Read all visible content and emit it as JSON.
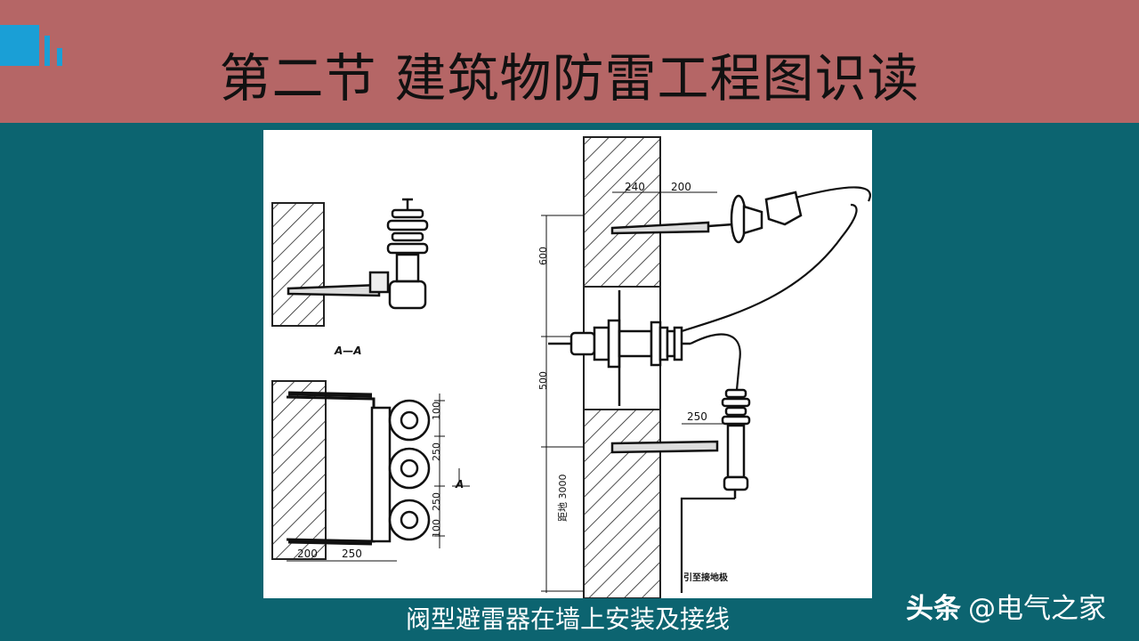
{
  "header": {
    "section": "第二节",
    "title": "建筑物防雷工程图识读"
  },
  "drawing": {
    "labels": {
      "section_aa": "A—A",
      "section_a": "A",
      "d240": "240",
      "d200_top": "200",
      "d600": "600",
      "d500": "500",
      "d250_right": "250",
      "d3000": "距地 3000",
      "d100_top": "100",
      "d250_a": "250",
      "d250_b": "250",
      "d100_bottom": "100",
      "d200_bottom": "200",
      "d250_bottom": "250",
      "ground_note": "引至接地极"
    }
  },
  "caption": "阀型避雷器在墙上安装及接线",
  "watermark": {
    "brand": "头条",
    "account": "@电气之家"
  },
  "colors": {
    "header_bg": "#b56666",
    "page_bg": "#0c6470",
    "logo": "#1a9fd6"
  }
}
